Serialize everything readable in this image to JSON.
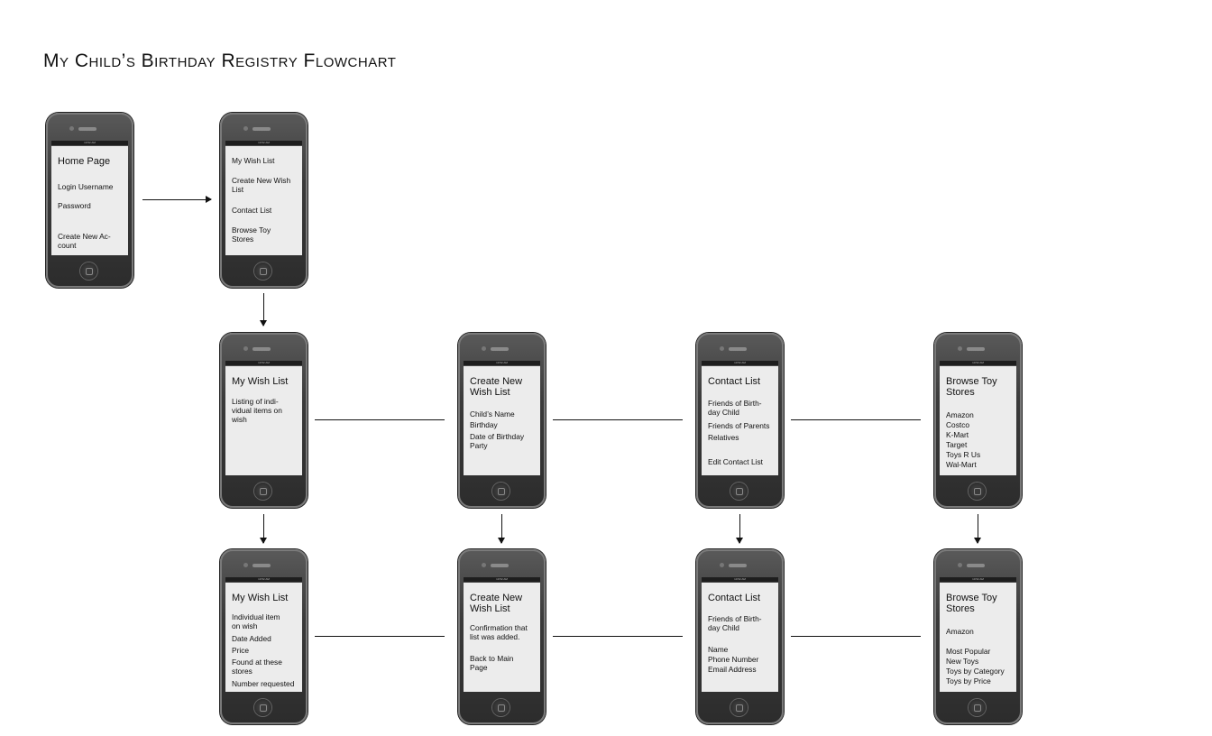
{
  "title": "My Child’s Birthday Registry Flowchart",
  "status_time": "10:52 AM",
  "screens": {
    "home": {
      "heading": "Home Page",
      "items": [
        "Login Username",
        "Password",
        "Create New Ac-count"
      ]
    },
    "menu": {
      "heading": "My Wish List",
      "items": [
        "Create New Wish List",
        "Contact List",
        "Browse Toy Stores"
      ]
    },
    "wishlist": {
      "heading": "My Wish List",
      "items": [
        "Listing of indi-vidual items on wish"
      ]
    },
    "create": {
      "heading": "Create New Wish List",
      "items": [
        "Child’s Name",
        "Birthday",
        "Date of Birthday Party"
      ]
    },
    "contacts": {
      "heading": "Contact List",
      "items": [
        "Friends of Birth-day Child",
        "Friends of Parents",
        "Relatives",
        "Edit Contact List"
      ]
    },
    "stores": {
      "heading": "Browse Toy Stores",
      "items": [
        "Amazon",
        "Costco",
        "K-Mart",
        "Target",
        "Toys R Us",
        "Wal-Mart"
      ]
    },
    "wishlist_detail": {
      "heading": "My Wish List",
      "items": [
        "Individual item on wish",
        "Date Added",
        "Price",
        "Found at these stores",
        "Number requested"
      ]
    },
    "create_confirm": {
      "heading": "Create New Wish List",
      "items": [
        "Confirmation that list was added.",
        "Back to Main Page"
      ]
    },
    "contacts_detail": {
      "heading": "Contact List",
      "items": [
        "Friends of Birth-day Child",
        "Name",
        "Phone Number",
        "Email Address"
      ]
    },
    "stores_detail": {
      "heading": "Browse Toy Stores",
      "items": [
        "Amazon",
        "Most Popular",
        "New Toys",
        "Toys by Category",
        "Toys by Price"
      ]
    }
  }
}
